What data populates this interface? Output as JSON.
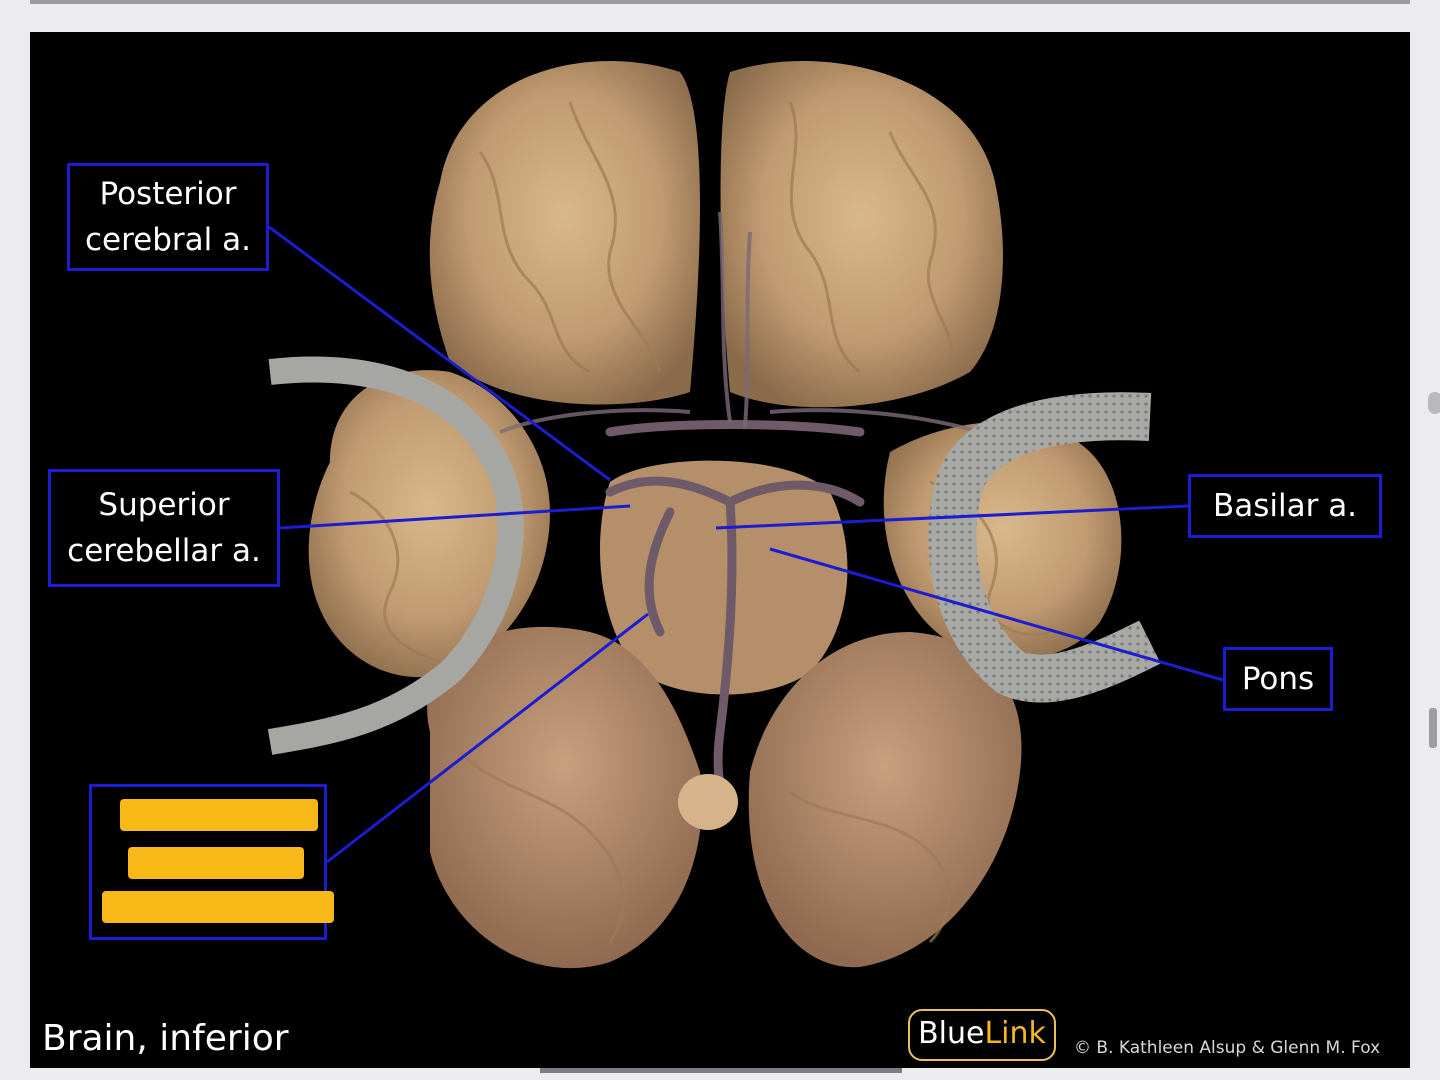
{
  "slide": {
    "title": "Brain, inferior",
    "copyright": "© B. Kathleen Alsup & Glenn M. Fox",
    "brand": {
      "part1": "Blue",
      "part2": "Link"
    }
  },
  "labels": {
    "posterior": "Posterior\ncerebral a.",
    "superior": "Superior\ncerebellar a.",
    "basilar": "Basilar a.",
    "pons": "Pons"
  },
  "colors": {
    "leader_line": "#1c1cd0",
    "redaction": "#f7b818",
    "background": "#000000",
    "brand_border": "#e8c258"
  }
}
